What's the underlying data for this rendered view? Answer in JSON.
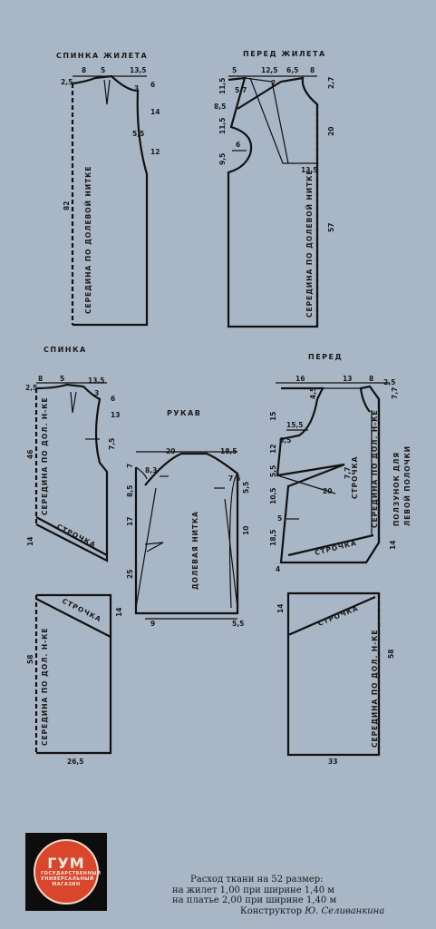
{
  "pieces": {
    "vest_back": {
      "title": "СПИНКА ЖИЛЕТА",
      "vertical_label": "СЕРЕДИНА  ПО  ДОЛЕВОЙ  НИТКЕ",
      "dims": [
        "8",
        "5",
        "13,5",
        "2,5",
        "3",
        "6",
        "14",
        "5,5",
        "12",
        "82"
      ]
    },
    "vest_front": {
      "title": "ПЕРЕД ЖИЛЕТА",
      "vertical_label": "СЕРЕДИНА  ПО  ДОЛЕВОЙ  НИТКЕ",
      "dims": [
        "5",
        "12,5",
        "6,5",
        "8",
        "11,5",
        "5,7",
        "2",
        "2,7",
        "8,5",
        "11,5",
        "20",
        "6",
        "9,5",
        "13,5",
        "57"
      ]
    },
    "dress_back": {
      "title": "СПИНКА",
      "vertical_label": "СЕРЕДИНА ПО ДОЛ. Н-КЕ",
      "stitch_label": "СТРОЧКА",
      "dims": [
        "8",
        "5",
        "13,5",
        "2,5",
        "3",
        "6",
        "13",
        "46",
        "7,5",
        "14"
      ]
    },
    "sleeve": {
      "title": "РУКАВ",
      "vertical_label": "ДОЛЕВАЯ  НИТКА",
      "dims": [
        "20",
        "18,5",
        "7",
        "8,3",
        "7,6",
        "8,5",
        "5,5",
        "17",
        "10",
        "25",
        "9",
        "5,5"
      ]
    },
    "dress_front": {
      "title": "ПЕРЕД",
      "vertical_label": "СЕРЕДИНА ПО ДОЛ. Н-КЕ",
      "vertical_label_2": "СТРОЧКА",
      "stitch_label": "СТРОЧКА",
      "side_label_1": "ПОЛЗУНОК ДЛЯ",
      "side_label_2": "ЛЕВОЙ ПОЛОЧКИ",
      "dims": [
        "16",
        "13",
        "8",
        "2,5",
        "4,5",
        "7,7",
        "15,5",
        "15",
        "6,5",
        "12",
        "7,7",
        "5,5",
        "20",
        "10,5",
        "5",
        "18,5",
        "14",
        "4"
      ]
    },
    "skirt_back": {
      "stitch_label": "СТРОЧКА",
      "vertical_label": "СЕРЕДИНА ПО ДОЛ. Н-КЕ",
      "dims": [
        "58",
        "14",
        "26,5"
      ]
    },
    "skirt_front": {
      "stitch_label": "СТРОЧКА",
      "vertical_label": "СЕРЕДИНА ПО ДОЛ. Н-КЕ",
      "dims": [
        "14",
        "58",
        "33"
      ]
    }
  },
  "logo": {
    "mark": "ГУМ",
    "ring_text": "ГОСУДАРСТВЕННЫЙ УНИВЕРСАЛЬНЫЙ МАГАЗИН"
  },
  "footer": {
    "line1": "Расход ткани на 52 размер:",
    "line2": "на жилет 1,00 при ширине 1,40 м",
    "line3": "на платье 2,00 при ширине 1,40 м",
    "line4_prefix": "Конструктор",
    "line4_author": "Ю. Селиванкина"
  },
  "colors": {
    "paper": "#a9b6c6",
    "ink": "#111111",
    "logo_red": "#d9462c",
    "logo_black": "#0d0d0d"
  }
}
